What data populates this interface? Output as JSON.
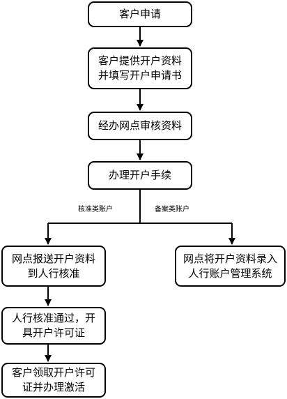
{
  "nodes": {
    "apply": "客户申请",
    "submit": "客户提供开户资料\n并填写开户申请书",
    "review": "经办网点审核资料",
    "process": "办理开户手续",
    "report": "网点报送开户资料\n到人行核准",
    "record": "网点将开户资料录入\n人行账户管理系统",
    "approve": "人行核准通过，开\n具开户许可证",
    "activate": "客户领取开户许可\n证并办理激活"
  },
  "branches": {
    "approval_type": "核准类账户",
    "filing_type": "备案类账户"
  }
}
